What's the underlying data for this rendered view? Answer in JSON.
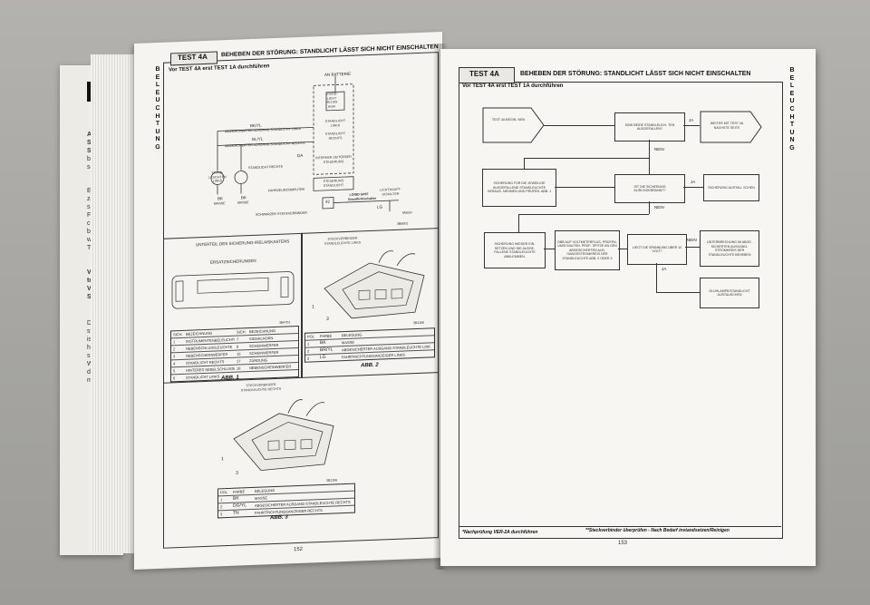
{
  "under_book": {
    "lines": [
      "ACH",
      "SÄN",
      "SIND",
      "bede",
      "sam",
      "Eine",
      "zaug",
      "sich",
      "Fahi",
      "che",
      "beile",
      "wird",
      "Text",
      "Vor",
      "ten",
      "Ver",
      "Sch",
      "Die",
      "ste",
      "ist",
      "han",
      "sich",
      "We",
      "dru",
      "me"
    ]
  },
  "left_page": {
    "header_box": "TEST 4A",
    "header_title": "BEHEBEN DER STÖRUNG: STANDLICHT LÄSST SICH NICHT EINSCHALTEN",
    "subheader": "Vor TEST 4A erst TEST 1A durchführen",
    "side_label": [
      "B",
      "E",
      "L",
      "E",
      "U",
      "C",
      "H",
      "T",
      "U",
      "N",
      "G"
    ],
    "wiring": {
      "battery": "AN BATTERIE",
      "block_labels": [
        "STAND- LICHT RELAIS AN/A",
        "STANDLICHT LINKS",
        "STANDLICHT RECHTS",
        "INTERNER ZEITGEBER STEUERUNG",
        "STEUERUNG STANDLICHT"
      ],
      "wire_labels": [
        "BK/YL",
        "BL/YL",
        "DA",
        "LG",
        "BK",
        "BK"
      ],
      "notes": [
        "ABGESICHERTER AUSGANG STANDLICHT LINKS",
        "ABGESICHERTER AUSGANG STANDLICHT RECHTS",
        "STANDLICHT RECHTS",
        "STAND- LEUCHTEN LINKS",
        "MASSE",
        "MASSE",
        "FAHRZEUGCOMPUTER",
        "SCHWARZER STECKVERBINDER",
        "LICHTHAUPT- SCHALTER",
        "Masse"
      ],
      "relay_id": "42",
      "connector": "LG/BD SP87 Standlichtschalter",
      "fig_code": "3B6001"
    },
    "fig1": {
      "title": "UNTERTEIL DES SICHERUNG-/RELAISKASTENS",
      "label": "ERSATZSICHERUNGEN",
      "fig_code": "3B4701",
      "caption": "ABB. 1",
      "table_headers": [
        "SICH.",
        "BEZEICHNUNG",
        "SICH.",
        "BEZEICHNUNG"
      ],
      "table_rows": [
        [
          "1",
          "INSTRUMENTENBELEUCHTUNG",
          "7",
          "SIGNALHORN"
        ],
        [
          "2",
          "NEBENSCHLUSSLEUCHTE",
          "8",
          "SCHEINWERFER"
        ],
        [
          "3",
          "NEBENSCHEINWERFER",
          "15",
          "SCHEINWERFER"
        ],
        [
          "4",
          "STANDLICHT RECHTS",
          "17",
          "ZÜNDUNG"
        ],
        [
          "5",
          "HINTERES NEBELSCHLUSSLICHT",
          "18",
          "NEBENSCHEINWERFER"
        ],
        [
          "6",
          "STANDLICHT LINKS",
          "",
          ""
        ]
      ]
    },
    "fig2": {
      "title": "STECKVERBINDER STANDLEUCHTE LINKS",
      "markers": [
        "1",
        "3"
      ],
      "fig_code": "3B1106",
      "caption": "ABB. 2",
      "table_headers": [
        "POL",
        "FARBE",
        "BELEGUNG"
      ],
      "table_rows": [
        [
          "1",
          "BK",
          "MASSE"
        ],
        [
          "2",
          "BR/YL",
          "ABGESICHERTER AUSGANG STANDLEUCHTE LINKS"
        ],
        [
          "3",
          "LG",
          "FAHRTRICHTUNGSANZEIGER LINKS"
        ]
      ]
    },
    "fig3": {
      "title": "STECKVERBINDER STANDLEUCHTE RECHTS",
      "markers": [
        "1",
        "3"
      ],
      "fig_code": "3B1106",
      "caption": "ABB. 3",
      "table_headers": [
        "POL",
        "FARBE",
        "BELEGUNG"
      ],
      "table_rows": [
        [
          "1",
          "BK",
          "MASSE"
        ],
        [
          "2",
          "DG/YL",
          "ABGESICHERTER AUSGANG STANDLEUCHTE RECHTS"
        ],
        [
          "3",
          "TN",
          "FAHRTRICHTUNGSANZEIGER RECHTS"
        ]
      ]
    },
    "page_number": "152"
  },
  "right_page": {
    "header_box": "TEST 4A",
    "header_title": "BEHEBEN DER STÖRUNG: STANDLICHT LÄSST SICH NICHT EINSCHALTEN",
    "subheader": "Vor TEST 4A erst TEST 1A durchführen",
    "side_label": [
      "B",
      "E",
      "L",
      "E",
      "U",
      "C",
      "H",
      "T",
      "U",
      "N",
      "G"
    ],
    "flow": {
      "start": "TEST 4A BEGIN- NEN",
      "q1": "SIND BEIDE STANDLEUCH- TEN AUSGEFALLEN?",
      "q1_yes": "JA",
      "q1_yes_box": "WEITER MIT TEST 4A NÄCHSTE SEITE",
      "q1_no": "NEIN",
      "step1": "SICHERUNG FÜR DIE JEWEILIGE AUSGEFALLENE STANDLEUCHTE HERAUS- NEHMEN UND PRÜFEN. ABB. 1",
      "q2": "IST DIE SICHERUNG DURCHGEBRANNT?",
      "q2_yes": "JA",
      "q2_yes_box": "SICHERUNG AUSTAU- SCHEN",
      "q2_no": "NEIN",
      "step2": "SICHERUNG WIEDER EIN- SETZEN UND DIE AUSGE- FALLENE STANDLEUCHTE ABKLEMMEN.",
      "step3": "DBB AUF VOLTMETERPLUS- PRÜFEN, UMSCHALTEN, PRÜF- SPITZE AN DEN ABGESICHERTEN AUS- GANGSSTROMKREIS DER STANDLEUCHTE ABB. 2 ODER 3",
      "q3": "LIEGT DIE SPANNUNG ÜBER 10 VOLT?",
      "q3_no": "NEIN",
      "q3_no_box": "UNTERBRECHUNG IM ABGE- SICHERTEN AUSGANG- STROMKREIS DER STANDLEUCHTE BEHEBEN",
      "q3_yes": "JA",
      "q3_yes_box": "GLÜHLAMPE/STANDLICHT AUSTAUSCHEN"
    },
    "footer_left": "*Nachprüfung VER-2A durchführen",
    "footer_right": "**Steckverbinder überprüfen - Nach Bedarf instandsetzen/Reinigen",
    "page_number": "153"
  }
}
